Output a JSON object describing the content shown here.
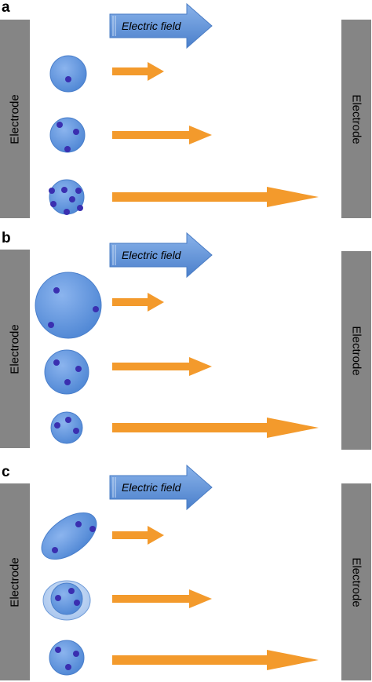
{
  "panels": [
    {
      "label": "a",
      "field_label": "Electric field",
      "left_electrode": "Electrode",
      "right_electrode": "Electrode"
    },
    {
      "label": "b",
      "field_label": "Electric field",
      "left_electrode": "Electrode",
      "right_electrode": "Electrode"
    },
    {
      "label": "c",
      "field_label": "Electric field",
      "left_electrode": "Electrode",
      "right_electrode": "Electrode"
    }
  ],
  "colors": {
    "electrode": "#858585",
    "field_arrow": "#5b8fd6",
    "motion_arrow": "#f39a2c",
    "particle": "#5d92dc",
    "charge": "#3a2fb0"
  }
}
